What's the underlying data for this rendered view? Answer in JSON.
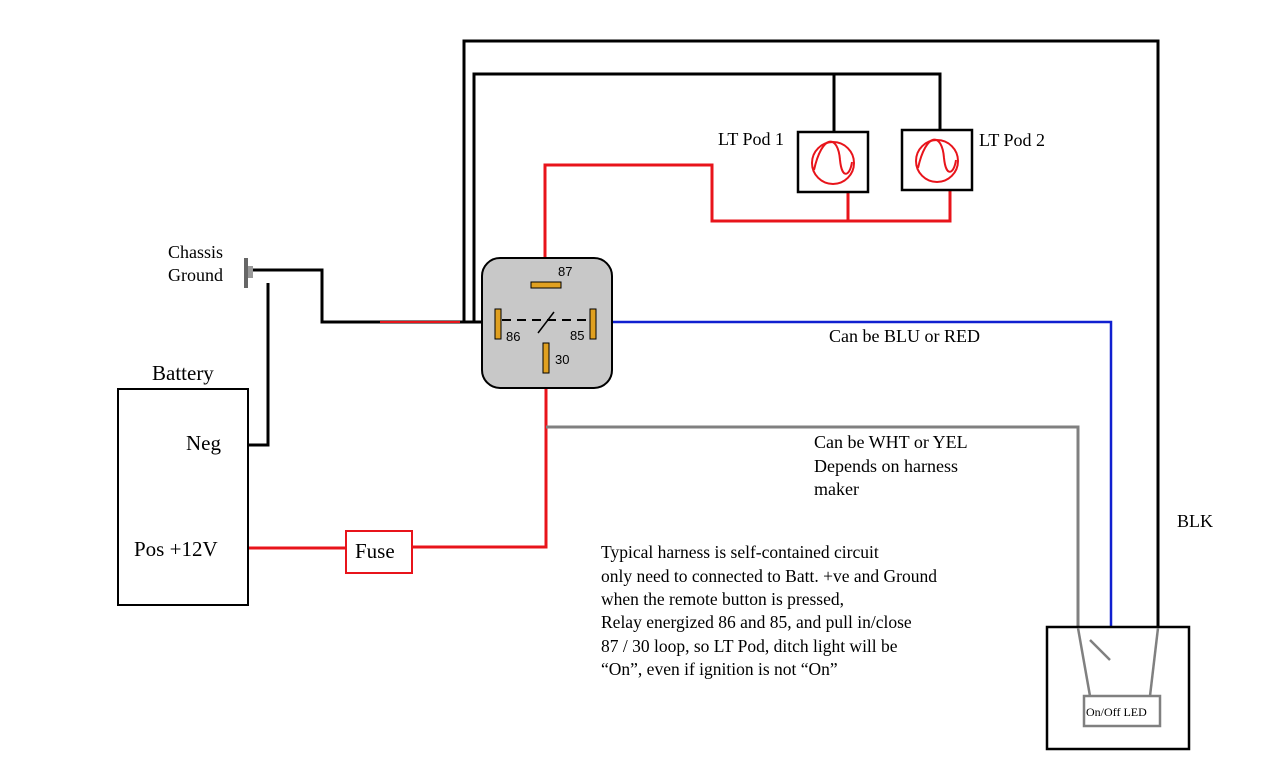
{
  "battery": {
    "title": "Battery",
    "neg": "Neg",
    "pos": "Pos +12V"
  },
  "chassis": {
    "line1": "Chassis",
    "line2": "Ground"
  },
  "fuse": {
    "label": "Fuse"
  },
  "relay": {
    "pin87": "87",
    "pin86": "86",
    "pin85": "85",
    "pin30": "30"
  },
  "pods": {
    "pod1": "LT Pod 1",
    "pod2": "LT Pod 2"
  },
  "wires": {
    "blu_red_note": "Can be BLU or RED",
    "wht_yel_note": [
      "Can be WHT or YEL",
      "Depends on harness",
      "maker"
    ],
    "blk": "BLK"
  },
  "switch": {
    "label": "On/Off LED"
  },
  "description": [
    "Typical harness is self-contained circuit",
    "only need to connected to Batt. +ve and Ground",
    "when the remote button is pressed,",
    "Relay energized 86 and 85, and pull in/close",
    "87 / 30 loop, so LT Pod, ditch light will be",
    "“On”, even if ignition is not “On”"
  ],
  "colors": {
    "black_wire": "#000000",
    "red_wire": "#e8141b",
    "blue_wire": "#1020d0",
    "gray_wire": "#808080",
    "relay_body": "#c8c8c8",
    "relay_pin": "#e0a020"
  }
}
